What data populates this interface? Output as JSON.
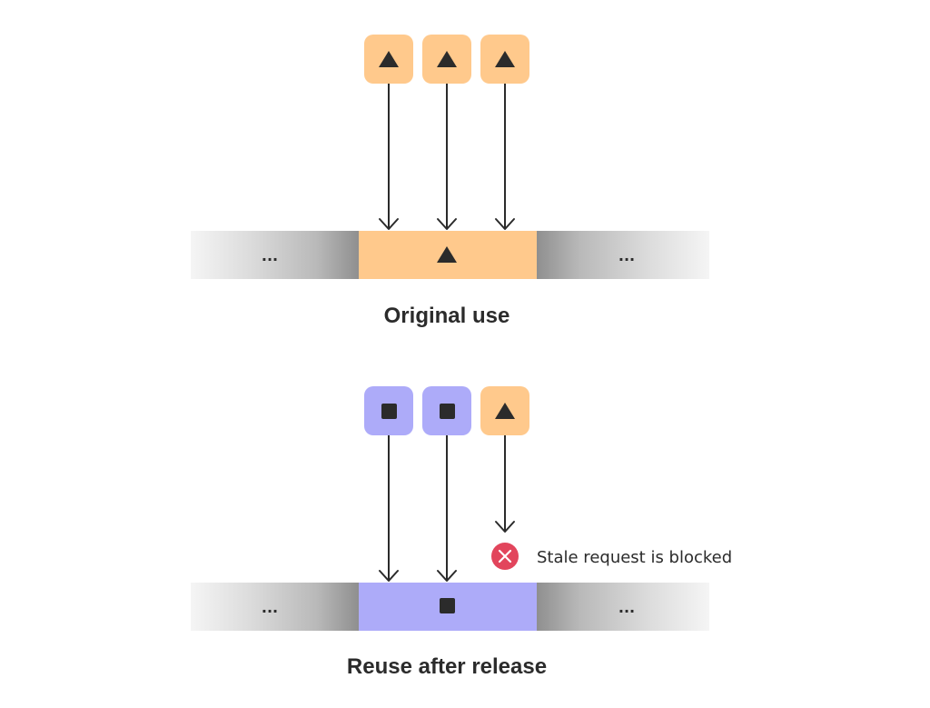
{
  "colors": {
    "orange": "#FFC98C",
    "purple": "#ADABF9",
    "dark": "#2b2b2b",
    "error_red": "#E2455C"
  },
  "sections": [
    {
      "caption": "Original use",
      "pointers": [
        "triangle",
        "triangle",
        "triangle"
      ],
      "pointer_colors": [
        "orange",
        "orange",
        "orange"
      ],
      "slot_icon": "triangle",
      "slot_color": "orange",
      "left_ellipsis": "...",
      "right_ellipsis": "..."
    },
    {
      "caption": "Reuse after release",
      "pointers": [
        "square",
        "square",
        "triangle"
      ],
      "pointer_colors": [
        "purple",
        "purple",
        "orange"
      ],
      "slot_icon": "square",
      "slot_color": "purple",
      "left_ellipsis": "...",
      "right_ellipsis": "...",
      "blocked_note": "Stale request is blocked",
      "blocked_icon": "close-circle-icon"
    }
  ]
}
